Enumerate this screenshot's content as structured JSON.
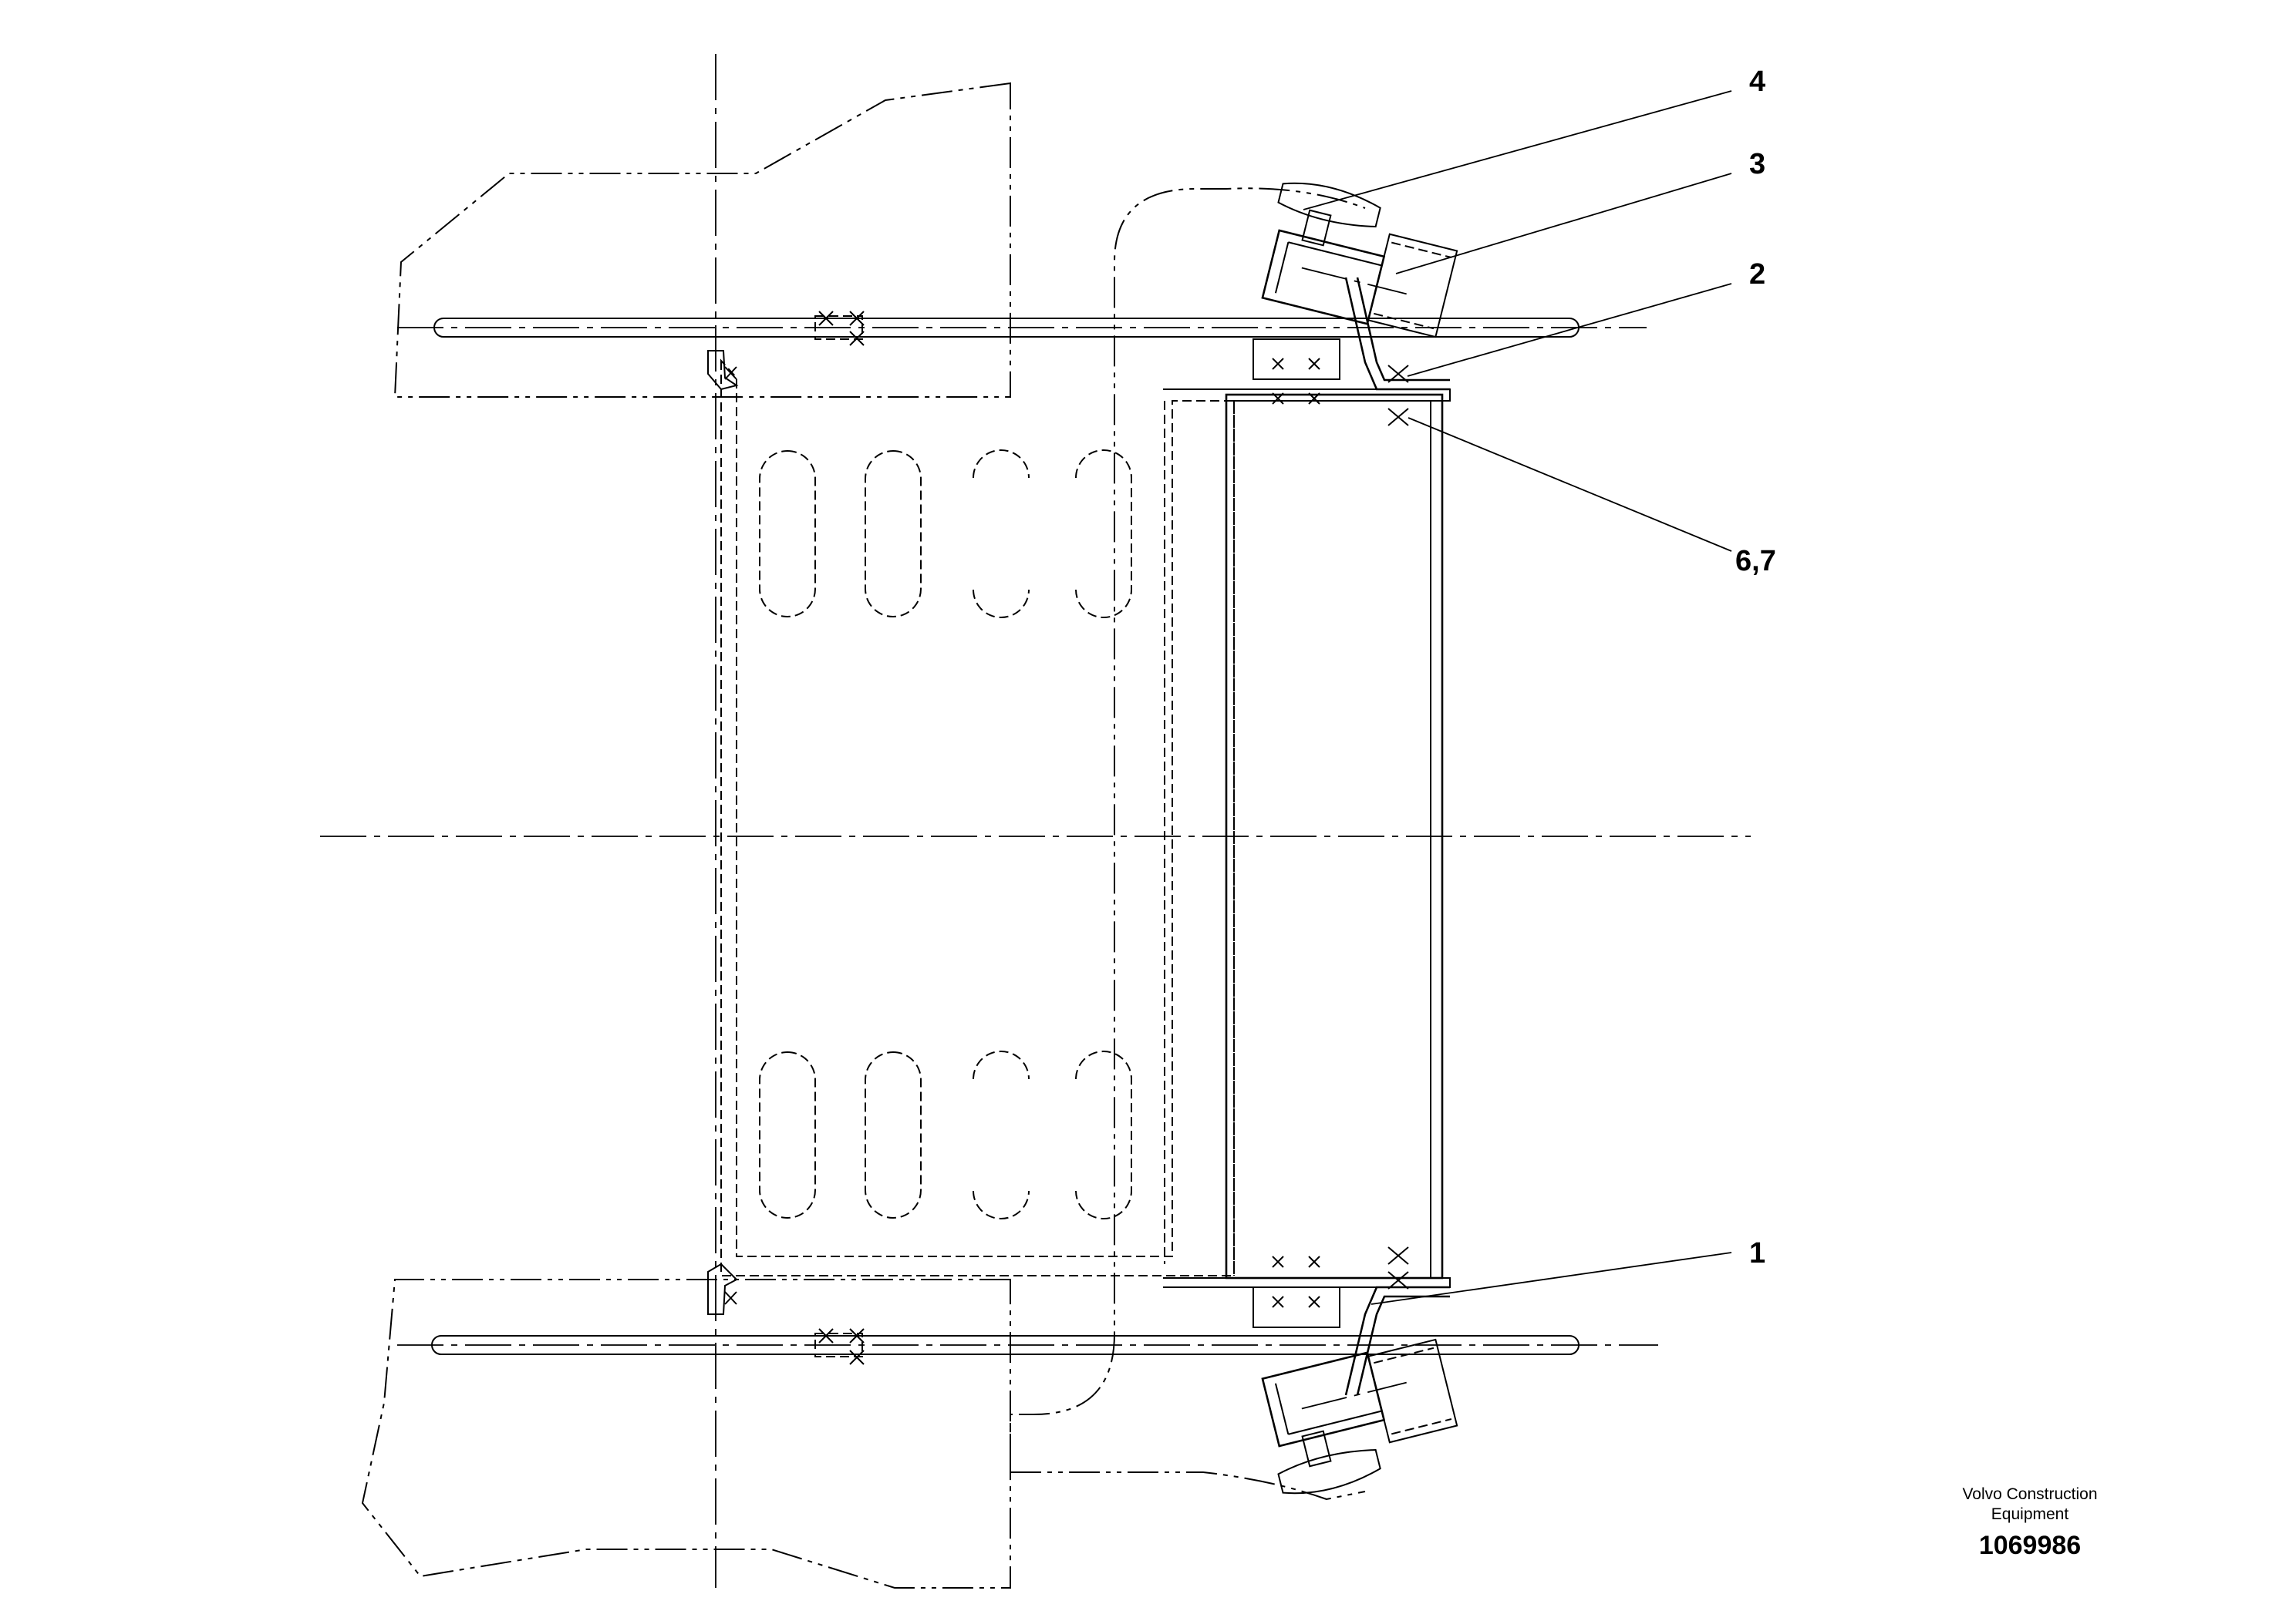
{
  "callouts": [
    {
      "id": "4",
      "label": "4"
    },
    {
      "id": "3",
      "label": "3"
    },
    {
      "id": "2",
      "label": "2"
    },
    {
      "id": "6-7",
      "label": "6,7"
    },
    {
      "id": "1",
      "label": "1"
    }
  ],
  "footer": {
    "brand_line1": "Volvo Construction",
    "brand_line2": "Equipment",
    "document_number": "1069986"
  }
}
